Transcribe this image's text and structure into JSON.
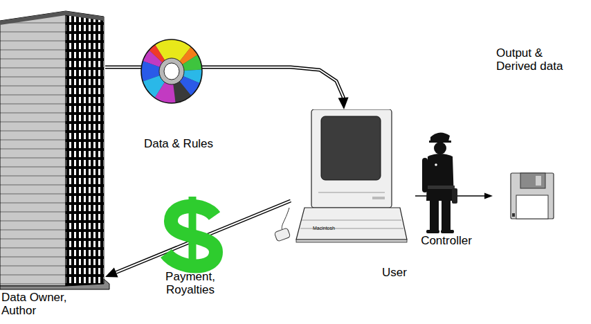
{
  "diagram": {
    "nodes": [
      {
        "text": [
          "Data Owner, Author"
        ]
      },
      {
        "text": [
          "User"
        ]
      },
      {
        "text": [
          "Output & Derived data"
        ]
      }
    ],
    "edges": [
      {
        "from": 0,
        "to": 1,
        "label": "Data & Rules",
        "arrow": "to"
      },
      {
        "from": 1,
        "to": 0,
        "label": "Payment, Royalties",
        "arrow": "to"
      },
      {
        "from": 1,
        "to": 2,
        "label": "Controller",
        "arrow": "to"
      }
    ],
    "labels": [
      "Macintosh"
    ]
  }
}
